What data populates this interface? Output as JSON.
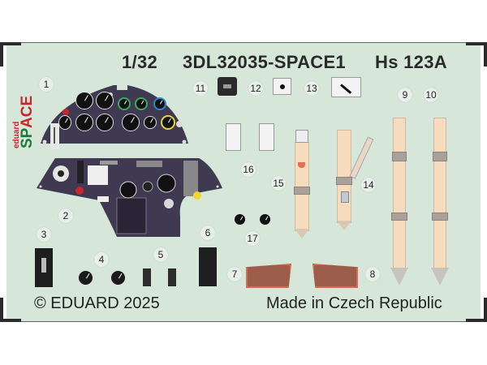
{
  "header": {
    "scale": "1/32",
    "product_code": "3DL32035-SPACE1",
    "aircraft": "Hs 123A"
  },
  "brand": {
    "small": "eduard",
    "large_green": "SP",
    "large_red": "ACE",
    "colors": {
      "red": "#c8262b",
      "green": "#1f7a3a",
      "dark": "#2a2a2a"
    }
  },
  "footer": {
    "copyright": "© EDUARD 2025",
    "origin": "Made in Czech Republic"
  },
  "parts": [
    {
      "id": "1",
      "label": "1",
      "name": "main instrument panel"
    },
    {
      "id": "2",
      "label": "2",
      "name": "lower instrument panel"
    },
    {
      "id": "3",
      "label": "3",
      "name": "black panel"
    },
    {
      "id": "4",
      "label": "4",
      "name": "twin gauges"
    },
    {
      "id": "5",
      "label": "5",
      "name": "small switch plates"
    },
    {
      "id": "6",
      "label": "6",
      "name": "switch box"
    },
    {
      "id": "7",
      "label": "7",
      "name": "left seat pad"
    },
    {
      "id": "8",
      "label": "8",
      "name": "right seat pad"
    },
    {
      "id": "9",
      "label": "9",
      "name": "shoulder belt left"
    },
    {
      "id": "10",
      "label": "10",
      "name": "shoulder belt right"
    },
    {
      "id": "11",
      "label": "11",
      "name": "black placard"
    },
    {
      "id": "12",
      "label": "12",
      "name": "white placard"
    },
    {
      "id": "13",
      "label": "13",
      "name": "lever placard"
    },
    {
      "id": "14",
      "label": "14",
      "name": "lap belt with strap"
    },
    {
      "id": "15",
      "label": "15",
      "name": "lap belt"
    },
    {
      "id": "16",
      "label": "16",
      "name": "placard pair"
    },
    {
      "id": "17",
      "label": "17",
      "name": "small gauges"
    }
  ],
  "colors": {
    "sheet_bg": "#d6e7da",
    "panel": "#3f3a52",
    "belt": "#f6dcbc",
    "pad": "#9c5e4a",
    "pad_border": "#d66a52"
  }
}
